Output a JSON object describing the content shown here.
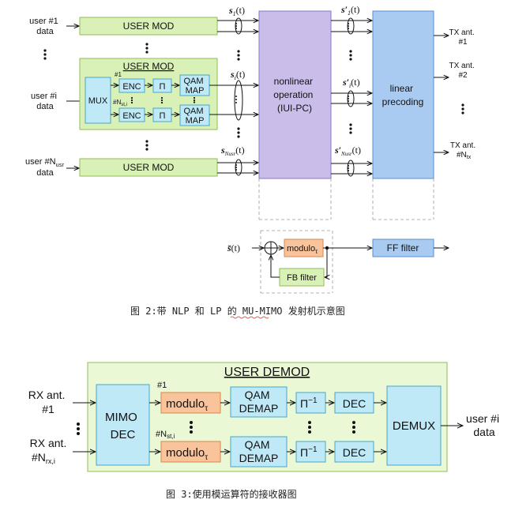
{
  "fig2": {
    "inputs": {
      "user1": [
        "user #1",
        "data"
      ],
      "useri": [
        "user #i",
        "data"
      ],
      "userN_main": "user #N",
      "userN_sub": "usr",
      "userN_line2": "data"
    },
    "user_mod": "USER MOD",
    "user_mod_expanded": "USER MOD",
    "mux": "MUX",
    "enc": "ENC",
    "pi": "Π",
    "qam_map": [
      "QAM",
      "MAP"
    ],
    "stream1": "#1",
    "streamN_main": "#N",
    "streamN_sub": "st,i",
    "signals_in": {
      "s1_main": "s",
      "s1_sub": "1",
      "s1_arg": "(t)",
      "si_main": "s",
      "si_sub": "i",
      "si_arg": "(t)",
      "sN_main": "s",
      "sN_sub": "Nusr",
      "sN_arg": "(t)"
    },
    "signals_out": {
      "s1_main": "s′",
      "s1_sub": "1",
      "s1_arg": "(t)",
      "si_main": "s′",
      "si_sub": "i",
      "si_arg": "(t)",
      "sN_main": "s′",
      "sN_sub": "Nusr",
      "sN_arg": "(t)"
    },
    "nonlinear": [
      "nonlinear",
      "operation",
      "(IUI-PC)"
    ],
    "linear": [
      "linear",
      "precoding"
    ],
    "tx1": [
      "TX ant.",
      "#1"
    ],
    "tx2": [
      "TX ant.",
      "#2"
    ],
    "txN_line1": "TX ant.",
    "txN_main": "#N",
    "txN_sub": "tx",
    "sbar_main": "s̄",
    "sbar_arg": "(t)",
    "modulo_main": "modulo",
    "modulo_sub": "τ",
    "fb_filter": "FB filter",
    "ff_filter": "FF filter",
    "caption": "图 2:带 NLP 和 LP 的 MU-MIMO 发射机示意图"
  },
  "fig3": {
    "title": "USER DEMOD",
    "rx1": [
      "RX ant.",
      "#1"
    ],
    "rxN_line1": "RX ant.",
    "rxN_main": "#N",
    "rxN_sub": "rx,i",
    "mimo_dec": [
      "MIMO",
      "DEC"
    ],
    "stream1": "#1",
    "streamN_main": "#N",
    "streamN_sub": "st,i",
    "modulo_main": "modulo",
    "modulo_sub": "τ",
    "qam_demap": [
      "QAM",
      "DEMAP"
    ],
    "pi_inv": "Π",
    "pi_inv_sup": "−1",
    "dec": "DEC",
    "demux": "DEMUX",
    "output": [
      "user #i",
      "data"
    ],
    "caption": "图 3:使用模运算符的接收器图"
  },
  "colors": {
    "green_fill": "#d9f1b6",
    "green_stroke": "#8fbe57",
    "cyan_fill": "#bfe9f6",
    "cyan_stroke": "#4aa6c8",
    "purple_fill": "#cbbdea",
    "purple_stroke": "#8b77c6",
    "blue_fill": "#a9cbf2",
    "blue_stroke": "#5b8fd0",
    "orange_fill": "#f9c49c",
    "orange_stroke": "#d48a4c",
    "light_green_fill": "#eaf8d6"
  }
}
